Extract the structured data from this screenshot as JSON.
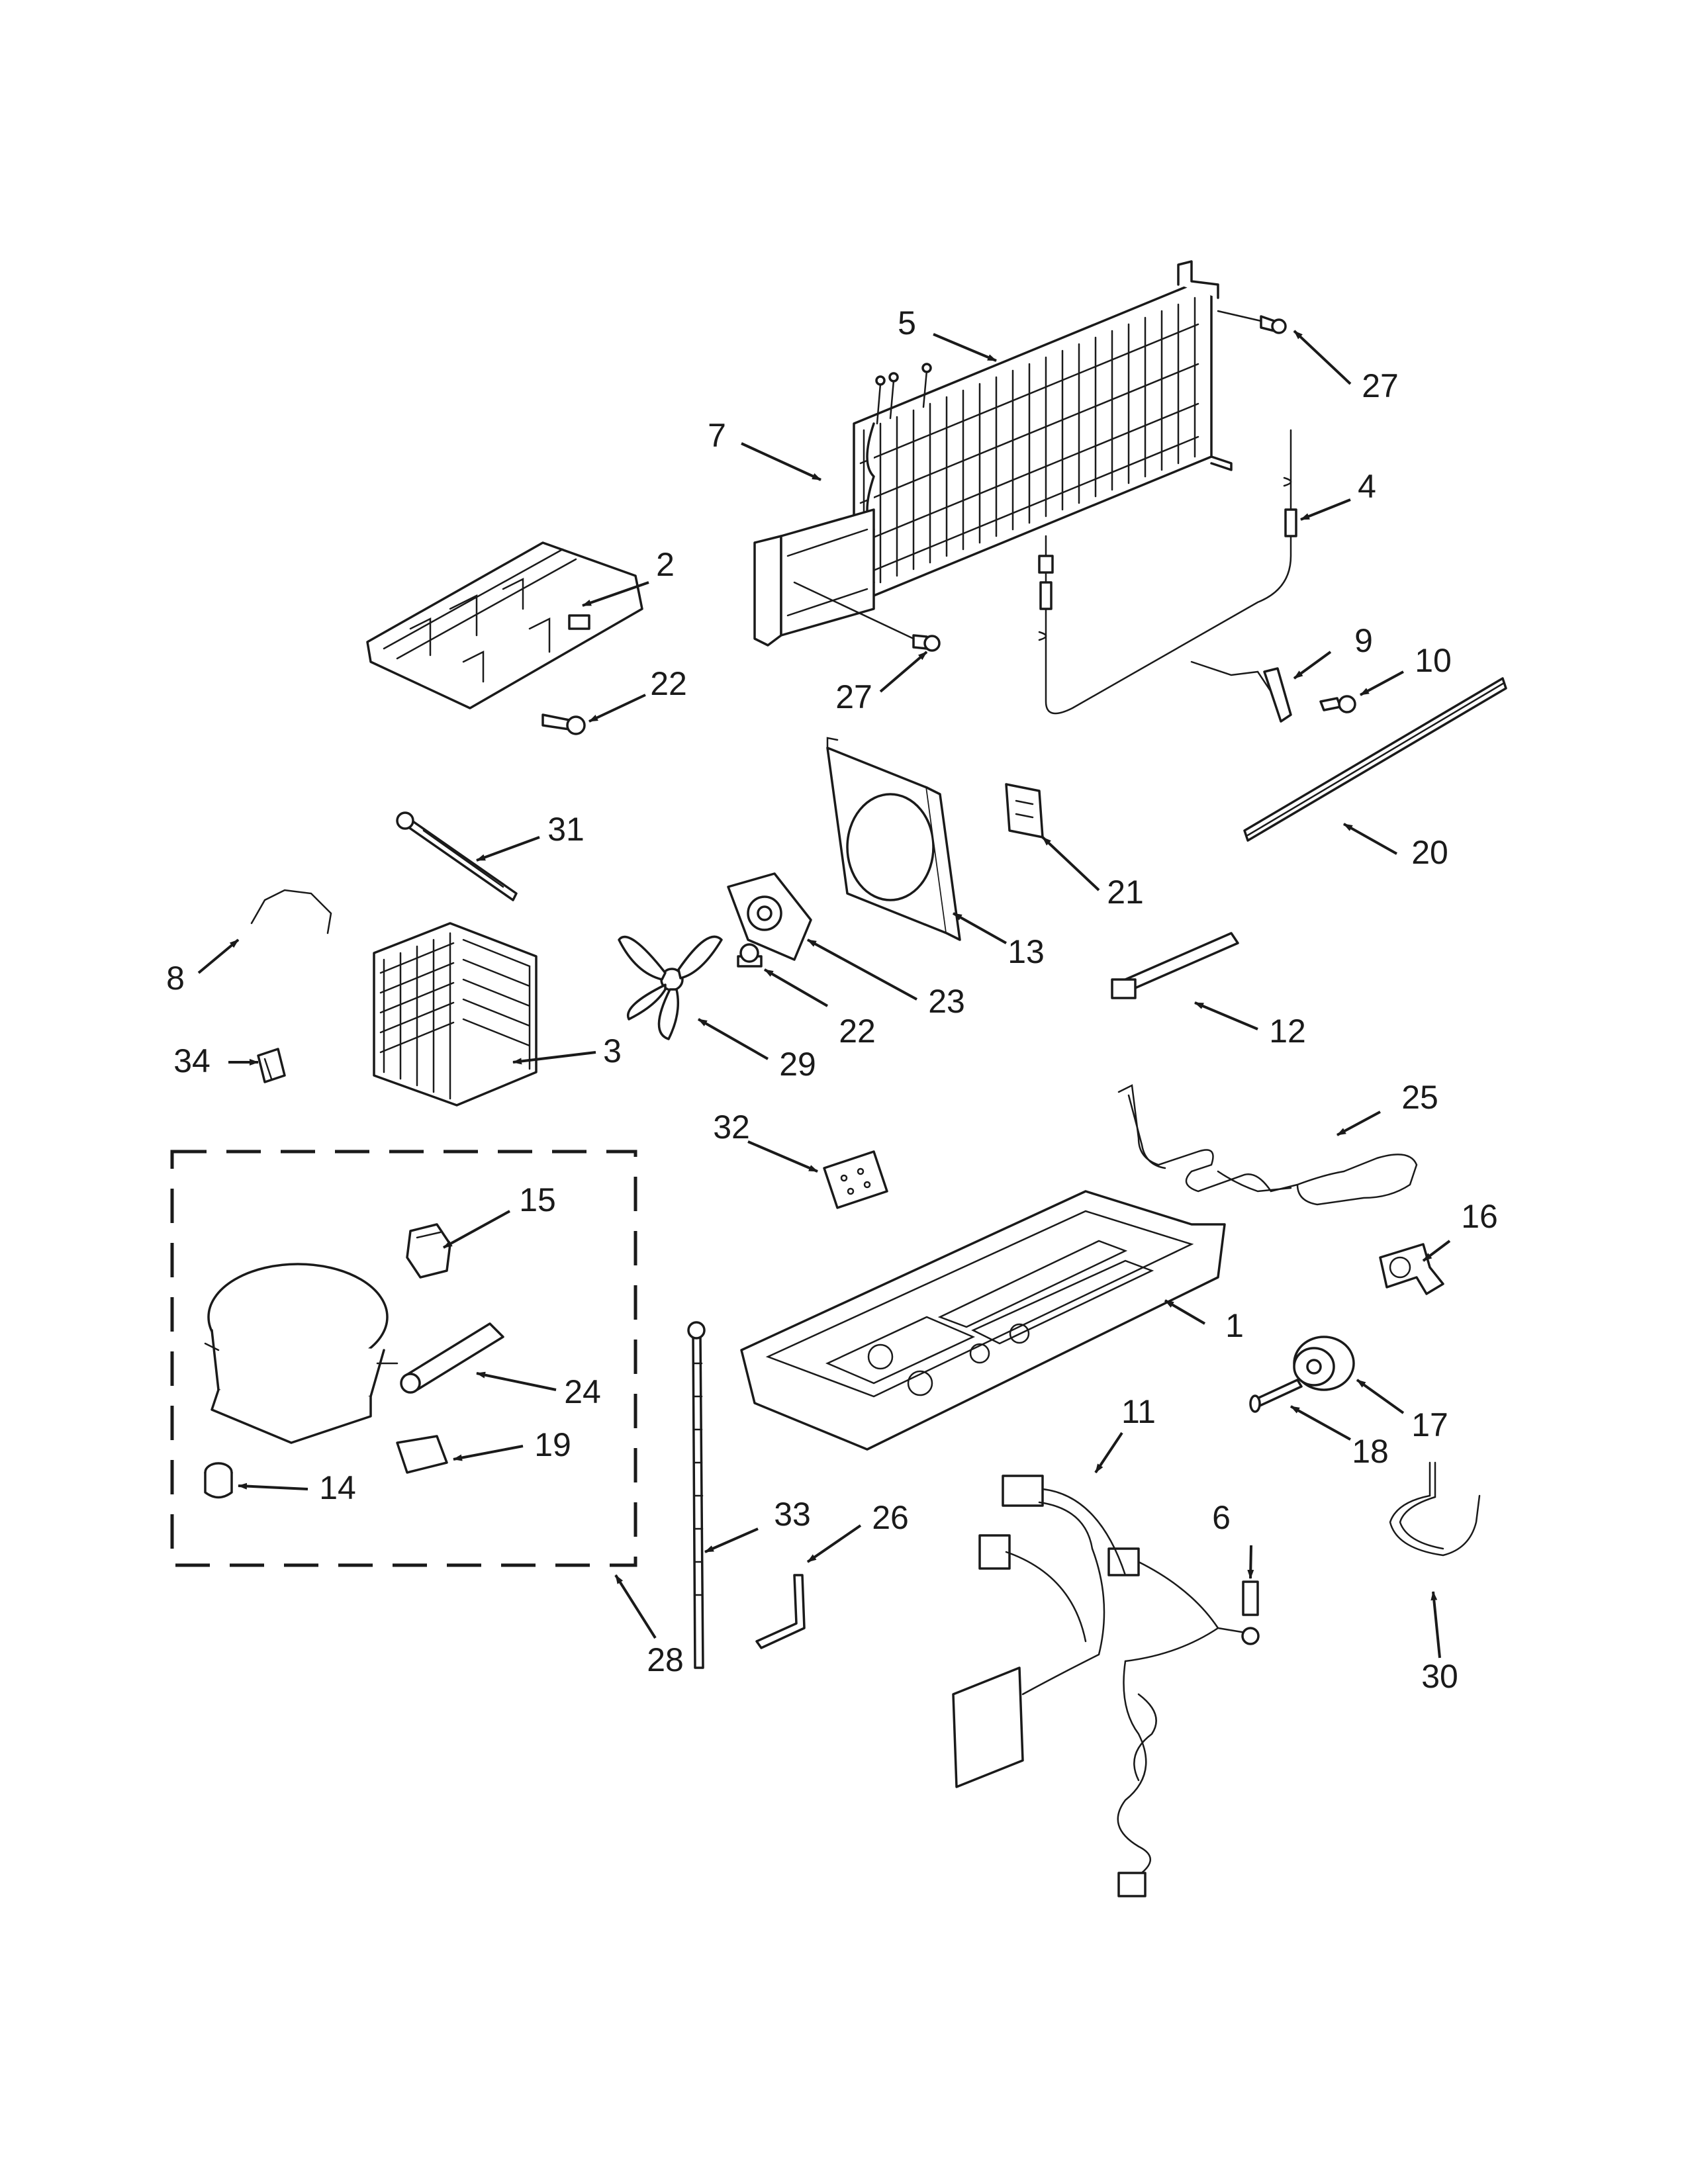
{
  "callouts": [
    {
      "id": "1",
      "text": "1"
    },
    {
      "id": "2",
      "text": "2"
    },
    {
      "id": "3",
      "text": "3"
    },
    {
      "id": "4",
      "text": "4"
    },
    {
      "id": "5",
      "text": "5"
    },
    {
      "id": "6",
      "text": "6"
    },
    {
      "id": "7",
      "text": "7"
    },
    {
      "id": "8",
      "text": "8"
    },
    {
      "id": "9",
      "text": "9"
    },
    {
      "id": "10",
      "text": "10"
    },
    {
      "id": "11",
      "text": "11"
    },
    {
      "id": "12",
      "text": "12"
    },
    {
      "id": "13",
      "text": "13"
    },
    {
      "id": "14",
      "text": "14"
    },
    {
      "id": "15",
      "text": "15"
    },
    {
      "id": "16",
      "text": "16"
    },
    {
      "id": "17",
      "text": "17"
    },
    {
      "id": "18",
      "text": "18"
    },
    {
      "id": "19",
      "text": "19"
    },
    {
      "id": "20",
      "text": "20"
    },
    {
      "id": "21",
      "text": "21"
    },
    {
      "id": "22a",
      "text": "22"
    },
    {
      "id": "22b",
      "text": "22"
    },
    {
      "id": "23",
      "text": "23"
    },
    {
      "id": "24",
      "text": "24"
    },
    {
      "id": "25",
      "text": "25"
    },
    {
      "id": "26",
      "text": "26"
    },
    {
      "id": "27a",
      "text": "27"
    },
    {
      "id": "27b",
      "text": "27"
    },
    {
      "id": "28",
      "text": "28"
    },
    {
      "id": "29",
      "text": "29"
    },
    {
      "id": "30",
      "text": "30"
    },
    {
      "id": "31",
      "text": "31"
    },
    {
      "id": "32",
      "text": "32"
    },
    {
      "id": "33",
      "text": "33"
    },
    {
      "id": "34",
      "text": "34"
    }
  ]
}
